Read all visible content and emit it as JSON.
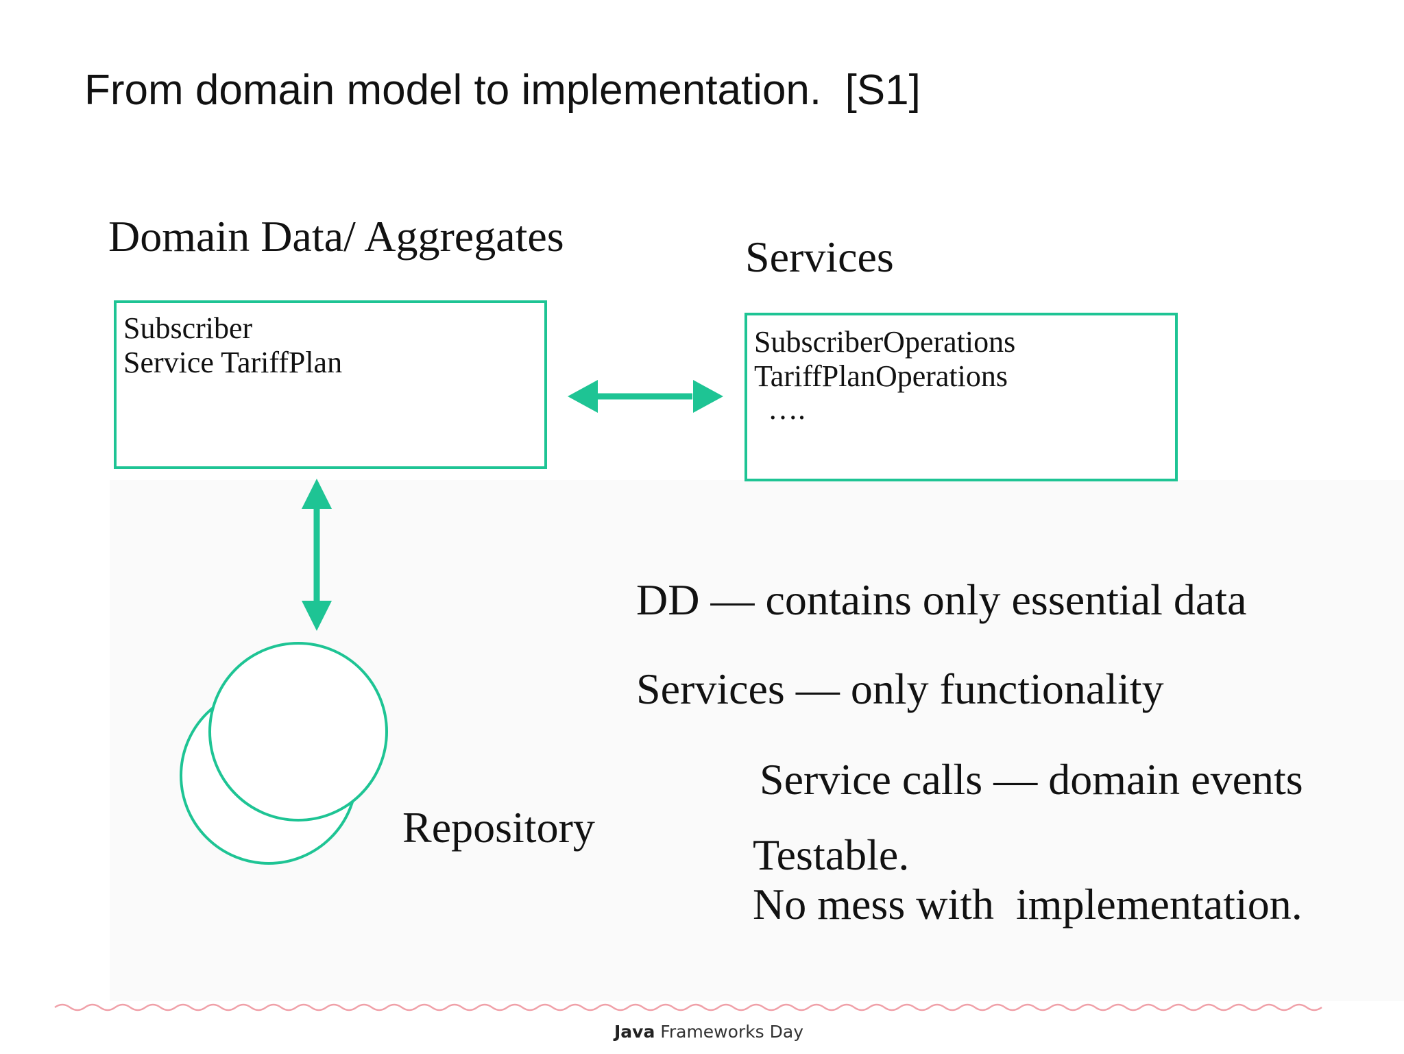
{
  "slide": {
    "title": "From domain model to implementation.  [S1]",
    "accent_color": "#1ec494",
    "footer_line_color": "#f0a0a8"
  },
  "domain_data": {
    "heading": "Domain Data/ Aggregates",
    "items": [
      "Subscriber",
      "Service TariffPlan"
    ]
  },
  "services": {
    "heading": "Services",
    "items": [
      "SubscriberOperations",
      "TariffPlanOperations",
      "…."
    ]
  },
  "repository": {
    "label": "Repository"
  },
  "statements": [
    "DD — contains only essential data",
    "Services — only functionality",
    "Service calls — domain events",
    "Testable.",
    "No mess with  implementation."
  ],
  "footer": {
    "brand_bold": "Java",
    "brand_rest": " Frameworks Day"
  }
}
